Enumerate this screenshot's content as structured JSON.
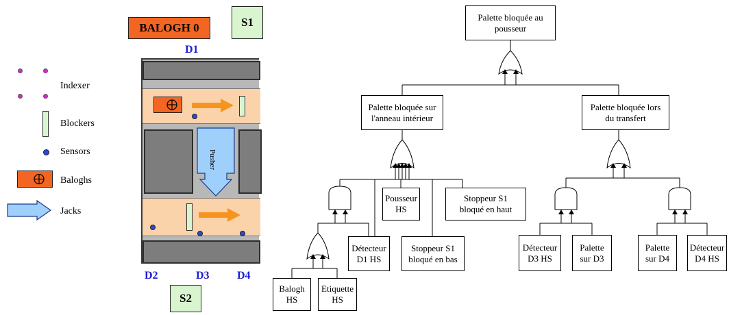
{
  "legend": {
    "indexer": "Indexer",
    "blockers": "Blockers",
    "sensors": "Sensors",
    "baloghs": "Baloghs",
    "jacks": "Jacks"
  },
  "plant": {
    "balogh_title": "BALOGH 0",
    "station_top": "S1",
    "station_bottom": "S2",
    "d1": "D1",
    "d2": "D2",
    "d3": "D3",
    "d4": "D4",
    "pusher": "Pusher",
    "colors": {
      "balogh": "#f26522",
      "station": "#d9f5d0",
      "lane": "#fbd3ab",
      "grey": "#7d7d7d",
      "arrow": "#f7941d",
      "pusher": "#9fcffb",
      "sensor": "#2a4bd6",
      "label": "#1b1bd6"
    }
  },
  "tree": {
    "top": "Palette bloquée au\npousseur",
    "left_event": "Palette bloquée sur\nl'anneau intérieur",
    "right_event": "Palette bloquée lors\ndu transfert",
    "pousseur_hs": "Pousseur\nHS",
    "stoppeur_haut": "Stoppeur S1\nbloqué en haut",
    "detecteur_d1": "Détecteur\nD1 HS",
    "stoppeur_bas": "Stoppeur S1\nbloqué en bas",
    "balogh_hs": "Balogh\nHS",
    "etiquette_hs": "Etiquette\nHS",
    "detecteur_d3": "Détecteur\nD3 HS",
    "palette_d3": "Palette\nsur D3",
    "palette_d4": "Palette\nsur D4",
    "detecteur_d4": "Détecteur\nD4 HS"
  }
}
